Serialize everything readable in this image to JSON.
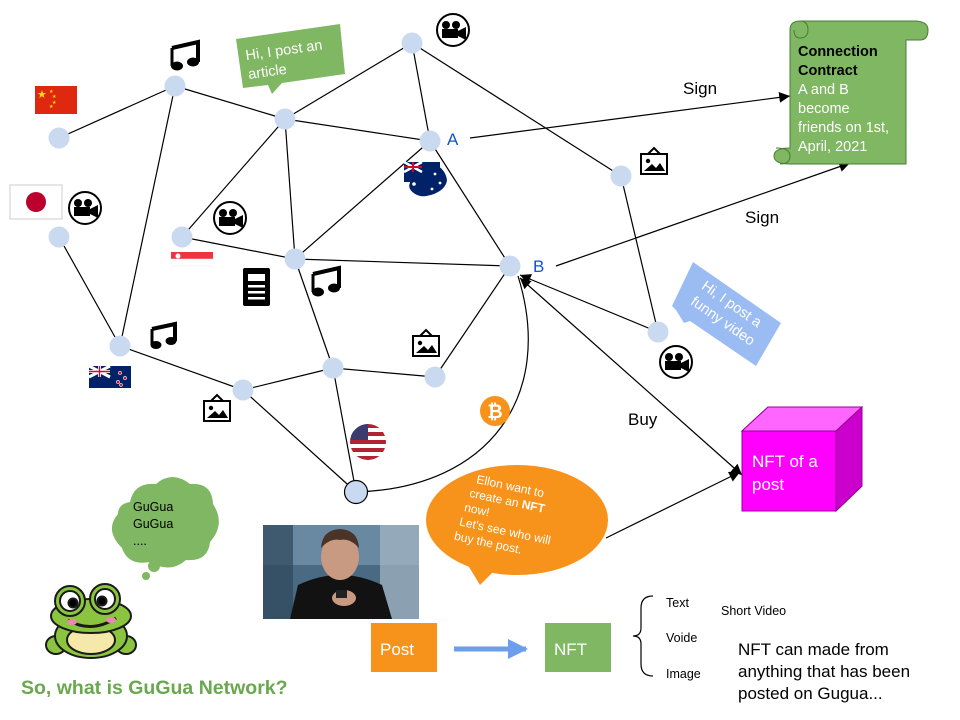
{
  "network": {
    "node_a_label": "A",
    "node_b_label": "B"
  },
  "bubbles": {
    "article": [
      "Hi, I post an",
      "article"
    ],
    "video": [
      "Hi, I post a",
      "funny video"
    ],
    "frog": [
      "GuGua",
      "GuGua",
      "...."
    ],
    "ellon": {
      "line1": "Ellon want to",
      "line2_pre": "create an ",
      "line2_bold": "NFT",
      "line3": "now!",
      "line4": "Let's see who will",
      "line5": "buy the post."
    }
  },
  "edges": {
    "sign_top": "Sign",
    "sign_mid": "Sign",
    "buy": "Buy"
  },
  "contract": {
    "title": [
      "Connection",
      "Contract"
    ],
    "body": [
      "A and B",
      "become",
      "friends on 1st,",
      "April, 2021"
    ]
  },
  "nft_cube": {
    "label": [
      "NFT of a",
      "post"
    ]
  },
  "flow": {
    "post_label": "Post",
    "nft_label": "NFT"
  },
  "types": {
    "items": [
      "Text",
      "Voide",
      "Image"
    ],
    "short_video": "Short Video",
    "note": [
      "NFT can made from",
      "anything that has been",
      "posted on Gugua..."
    ]
  },
  "footer": {
    "question": "So, what is GuGua Network?"
  },
  "colors": {
    "node": "#c9daf0",
    "green": "#7fb763",
    "green_text": "#6aa84f",
    "blue_bubble": "#9bbcf2",
    "orange": "#f7931a",
    "magenta": "#ff00ff",
    "flow_arrow": "#6d9eeb",
    "node_label": "#1155cc"
  }
}
